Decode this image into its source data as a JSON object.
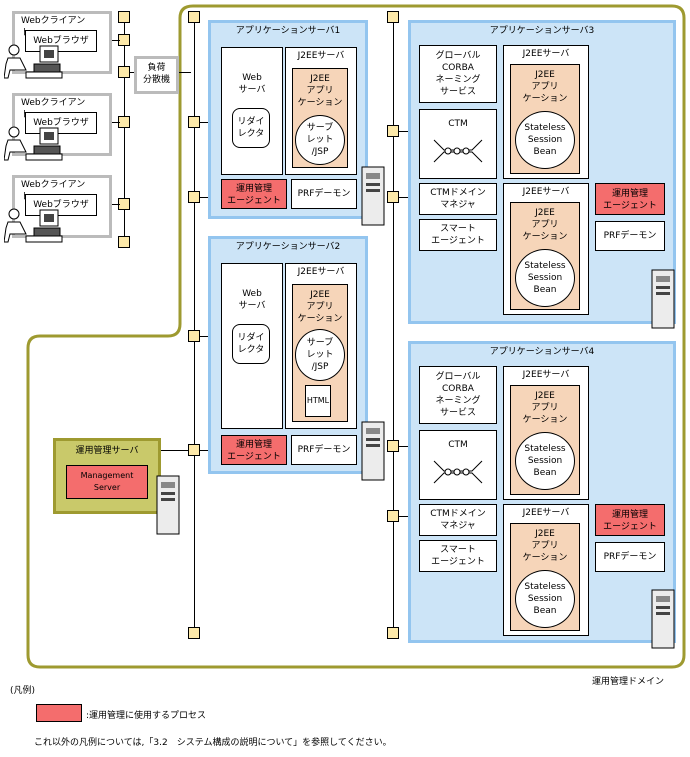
{
  "web_clients": [
    {
      "title": "Webクライアント",
      "browser": "Webブラウザ"
    },
    {
      "title": "Webクライアント",
      "browser": "Webブラウザ"
    },
    {
      "title": "Webクライアント",
      "browser": "Webブラウザ"
    }
  ],
  "load_balancer": "負荷\n分散機",
  "app_server_1": {
    "title": "アプリケーションサーバ1",
    "web_server": "Web\nサーバ",
    "redirector": "リダイ\nレクタ",
    "j2ee_server": "J2EEサーバ",
    "j2ee_app": "J2EE\nアプリ\nケーション",
    "servlet": "サーブ\nレット\n/JSP",
    "agent": "運用管理\nエージェント",
    "prf": "PRFデーモン"
  },
  "app_server_2": {
    "title": "アプリケーションサーバ2",
    "web_server": "Web\nサーバ",
    "redirector": "リダイ\nレクタ",
    "j2ee_server": "J2EEサーバ",
    "j2ee_app": "J2EE\nアプリ\nケーション",
    "servlet": "サーブ\nレット\n/JSP",
    "html": "HTML",
    "agent": "運用管理\nエージェント",
    "prf": "PRFデーモン"
  },
  "app_server_3": {
    "title": "アプリケーションサーバ3",
    "corba": "グローバル\nCORBA\nネーミング\nサービス",
    "j2ee_server_a": "J2EEサーバ",
    "j2ee_app_a": "J2EE\nアプリ\nケーション",
    "bean_a": "Stateless\nSession\nBean",
    "ctm": "CTM",
    "ctm_domain": "CTMドメイン\nマネジャ",
    "smart_agent": "スマート\nエージェント",
    "j2ee_server_b": "J2EEサーバ",
    "j2ee_app_b": "J2EE\nアプリ\nケーション",
    "bean_b": "Stateless\nSession\nBean",
    "agent": "運用管理\nエージェント",
    "prf": "PRFデーモン"
  },
  "app_server_4": {
    "title": "アプリケーションサーバ4",
    "corba": "グローバル\nCORBA\nネーミング\nサービス",
    "j2ee_server_a": "J2EEサーバ",
    "j2ee_app_a": "J2EE\nアプリ\nケーション",
    "bean_a": "Stateless\nSession\nBean",
    "ctm": "CTM",
    "ctm_domain": "CTMドメイン\nマネジャ",
    "smart_agent": "スマート\nエージェント",
    "j2ee_server_b": "J2EEサーバ",
    "j2ee_app_b": "J2EE\nアプリ\nケーション",
    "bean_b": "Stateless\nSession\nBean",
    "agent": "運用管理\nエージェント",
    "prf": "PRFデーモン"
  },
  "mgmt_server": {
    "title": "運用管理サーバ",
    "inner": "Management\nServer"
  },
  "domain_label": "運用管理ドメイン",
  "legend": {
    "title": "(凡例)",
    "red_desc": ":運用管理に使用するプロセス",
    "note": "これ以外の凡例については,「3.2　システム構成の説明について」を参照してください。"
  },
  "colors": {
    "red_process": "#f46d6d",
    "server_fill": "#cce4f7",
    "j2ee_fill": "#f6d5b9",
    "domain_border": "#9e9a30"
  }
}
